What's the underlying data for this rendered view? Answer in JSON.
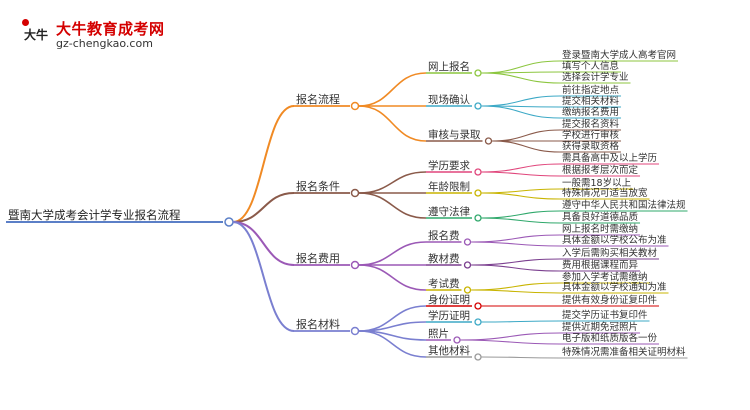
{
  "logo": {
    "title": "大牛教育成考网",
    "url": "gz-chengkao.com",
    "mark": "大牛"
  },
  "root": "暨南大学成考会计学专业报名流程",
  "branches": [
    {
      "label": "报名流程",
      "color": "#f08a24",
      "children": [
        {
          "label": "网上报名",
          "leaves": [
            "登录暨南大学成人高考官网",
            "填写个人信息",
            "选择会计学专业"
          ]
        },
        {
          "label": "现场确认",
          "leaves": [
            "前往指定地点",
            "提交相关材料",
            "缴纳报名费用"
          ]
        },
        {
          "label": "审核与录取",
          "leaves": [
            "提交报名资料",
            "学校进行审核",
            "获得录取资格"
          ]
        }
      ]
    },
    {
      "label": "报名条件",
      "color": "#8a5a4a",
      "children": [
        {
          "label": "学历要求",
          "leaves": [
            "需具备高中及以上学历",
            "根据报考层次而定"
          ]
        },
        {
          "label": "年龄限制",
          "leaves": [
            "一般需18岁以上",
            "特殊情况可适当放宽"
          ]
        },
        {
          "label": "遵守法律",
          "leaves": [
            "遵守中华人民共和国法律法规",
            "具备良好道德品质"
          ]
        }
      ]
    },
    {
      "label": "报名费用",
      "color": "#9b59b6",
      "children": [
        {
          "label": "报名费",
          "leaves": [
            "网上报名时需缴纳",
            "具体金额以学校公布为准"
          ]
        },
        {
          "label": "教材费",
          "leaves": [
            "入学后需购买相关教材",
            "费用根据课程而异"
          ]
        },
        {
          "label": "考试费",
          "leaves": [
            "参加入学考试需缴纳",
            "具体金额以学校通知为准"
          ]
        }
      ]
    },
    {
      "label": "报名材料",
      "color": "#7a7fd0",
      "children": [
        {
          "label": "身份证明",
          "leaves": [
            "提供有效身份证复印件"
          ]
        },
        {
          "label": "学历证明",
          "leaves": [
            "提交学历证书复印件"
          ]
        },
        {
          "label": "照片",
          "leaves": [
            "提供近期免冠照片",
            "电子版和纸质版各一份"
          ]
        },
        {
          "label": "其他材料",
          "leaves": [
            "特殊情况需准备相关证明材料"
          ]
        }
      ]
    }
  ],
  "child_colors": {
    "网上报名": "#8cc63f",
    "现场确认": "#3da9c6",
    "审核与录取": "#8a5a4a",
    "学历要求": "#e0457b",
    "年龄限制": "#c8b400",
    "遵守法律": "#2fa86b",
    "报名费": "#9b59b6",
    "教材费": "#7b3f8f",
    "考试费": "#c8b400",
    "身份证明": "#d40000",
    "学历证明": "#3da9c6",
    "照片": "#9b59b6",
    "其他材料": "#999999"
  }
}
